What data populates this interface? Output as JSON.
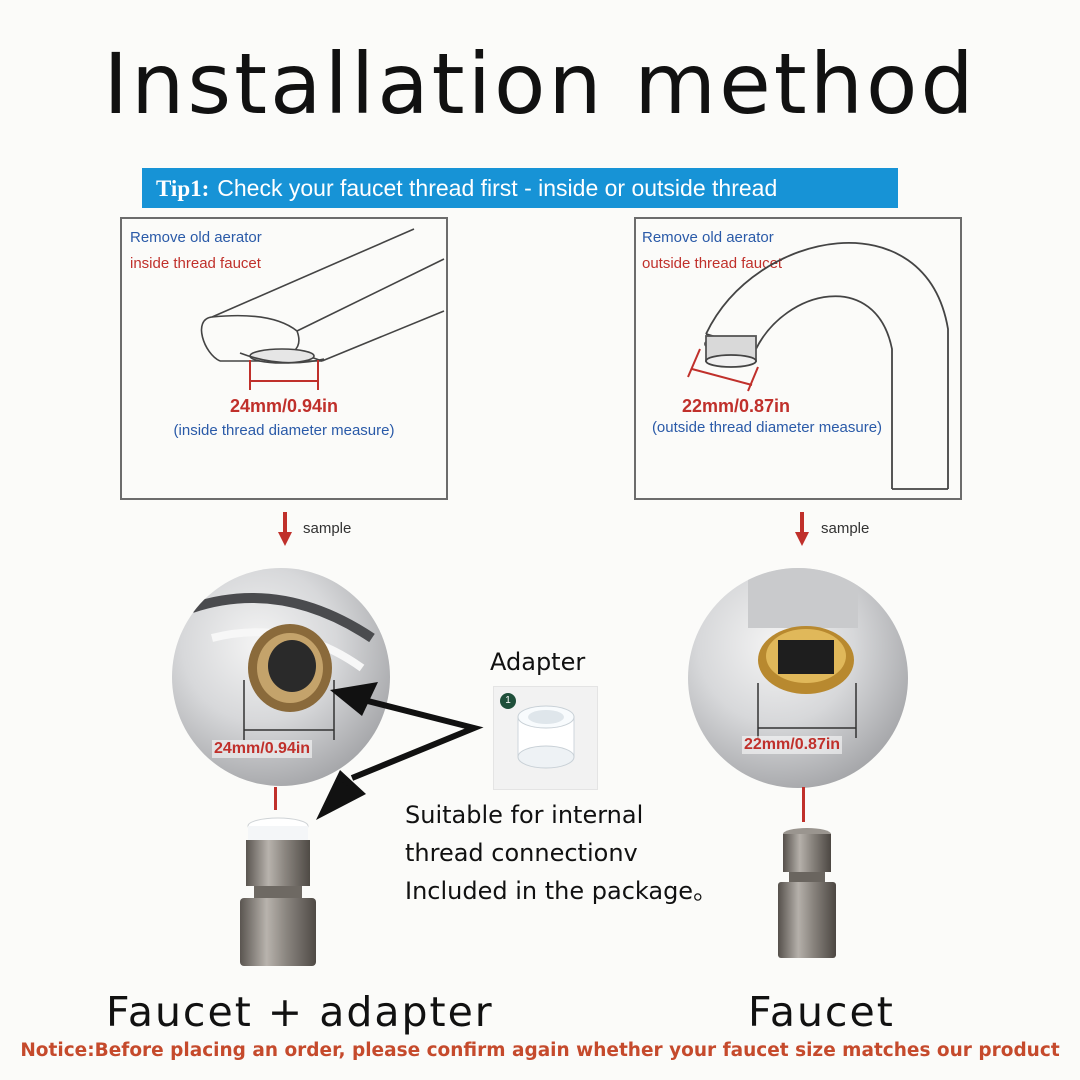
{
  "title": "Installation method",
  "tip": {
    "prefix": "Tip1:",
    "text": "Check your faucet thread first -  inside or outside thread"
  },
  "left_panel": {
    "line1": "Remove old aerator",
    "line2": "inside thread faucet",
    "measurement": "24mm/0.94in",
    "note": "(inside thread diameter measure)"
  },
  "right_panel": {
    "line1": "Remove old aerator",
    "line2": "outside thread faucet",
    "measurement": "22mm/0.87in",
    "note": "(outside thread diameter measure)"
  },
  "sample_left": "sample",
  "sample_right": "sample",
  "left_photo_measurement": "24mm/0.94in",
  "right_photo_measurement": "22mm/0.87in",
  "adapter": {
    "label": "Adapter",
    "badge": "1"
  },
  "description": {
    "line1": "Suitable for internal",
    "line2": "thread connectionv",
    "line3": "Included in the package。"
  },
  "label_left": "Faucet + adapter",
  "label_right": "Faucet",
  "notice": "Notice:Before placing an order, please confirm again whether your faucet size matches our product",
  "colors": {
    "banner": "#1793d6",
    "accent_red": "#c0302b",
    "note_blue": "#2a5aa8",
    "notice": "#c54a2c"
  }
}
